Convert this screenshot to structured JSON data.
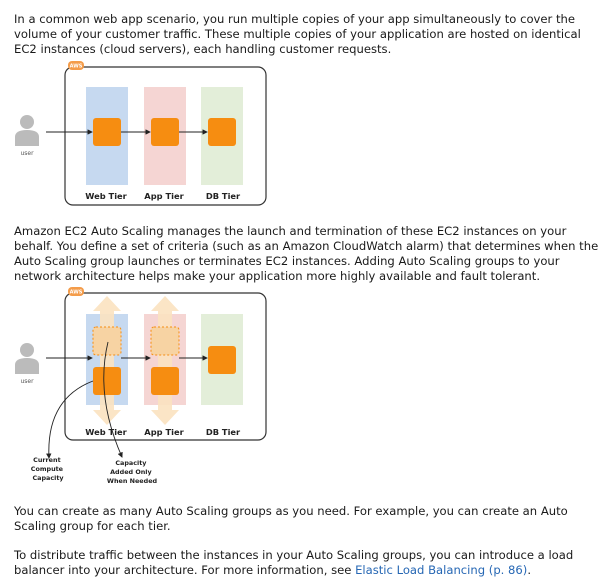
{
  "intro": {
    "text": "In a common web app scenario, you run multiple copies of your app simultaneously to cover the volume of your customer traffic. These multiple copies of your application are hosted on identical EC2 instances (cloud servers), each handling customer requests."
  },
  "diagram1": {
    "aws_badge": "AWS",
    "user_label": "user",
    "tiers": [
      "Web Tier",
      "App Tier",
      "DB Tier"
    ]
  },
  "autoscaling_para": {
    "text": "Amazon EC2 Auto Scaling manages the launch and termination of these EC2 instances on your behalf. You define a set of criteria (such as an Amazon CloudWatch alarm) that determines when the Auto Scaling group launches or terminates EC2 instances. Adding Auto Scaling groups to your network architecture helps make your application more highly available and fault tolerant."
  },
  "diagram2": {
    "aws_badge": "AWS",
    "user_label": "user",
    "tiers": [
      "Web Tier",
      "App Tier",
      "DB Tier"
    ],
    "current_capacity": [
      "Current",
      "Compute",
      "Capacity"
    ],
    "added_capacity": [
      "Capacity",
      "Added Only",
      "When Needed"
    ]
  },
  "groups_para": {
    "text": "You can create as many Auto Scaling groups as you need. For example, you can create an Auto Scaling group for each tier."
  },
  "load_balancer_para": {
    "text_before": "To distribute traffic between the instances in your Auto Scaling groups, you can introduce a load balancer into your architecture. For more information, see ",
    "link_text": "Elastic Load Balancing (p. 86)",
    "text_after": "."
  },
  "colors": {
    "web_tier": "#c6d9f0",
    "app_tier": "#f5d5d3",
    "db_tier": "#e3eed9",
    "instance": "#f68d11",
    "scaling_arrow": "#fbe2c0",
    "link": "#2667b4",
    "badge": "#f49c4a"
  }
}
